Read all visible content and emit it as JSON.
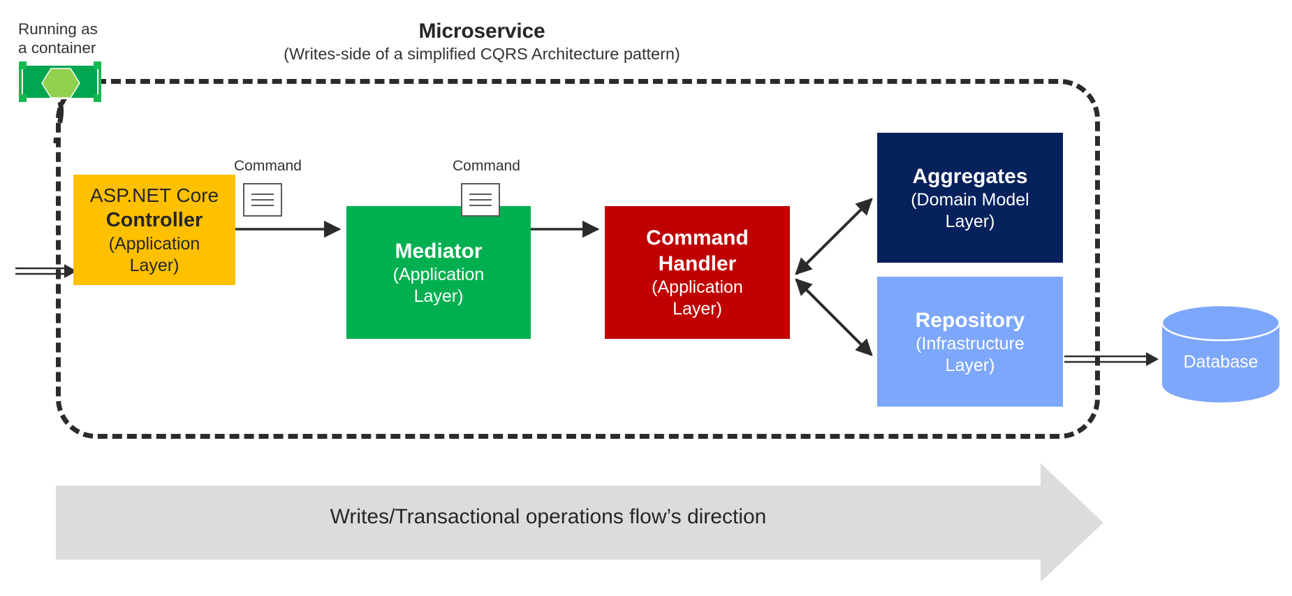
{
  "diagram": {
    "title": "Microservice",
    "subtitle": "(Writes-side of a simplified CQRS Architecture pattern)",
    "boundary_style": "dashed-rounded",
    "colors": {
      "controller": "#ffc000",
      "mediator": "#00b050",
      "command_handler": "#c00000",
      "aggregates": "#06215c",
      "repository": "#7da7fb",
      "database": "#7da7fb",
      "container": "#00a650",
      "container_hex": "#92d050",
      "banner": "#dcdcdc",
      "stroke": "#2b2b2b"
    }
  },
  "container": {
    "label_line1": "Running as",
    "label_line2": "a container",
    "icon_name": "container-hexagon-icon"
  },
  "nodes": [
    {
      "id": "controller",
      "title": "ASP.NET Core",
      "title_bold": "Controller",
      "sub_line1": "(Application",
      "sub_line2": "Layer)"
    },
    {
      "id": "mediator",
      "title_bold": "Mediator",
      "sub_line1": "(Application",
      "sub_line2": "Layer)"
    },
    {
      "id": "command-handler",
      "title_bold_line1": "Command",
      "title_bold_line2": "Handler",
      "sub_line1": "(Application",
      "sub_line2": "Layer)"
    },
    {
      "id": "aggregates",
      "title_bold": "Aggregates",
      "sub_line1": "(Domain Model",
      "sub_line2": "Layer)"
    },
    {
      "id": "repository",
      "title_bold": "Repository",
      "sub_line1": "(Infrastructure",
      "sub_line2": "Layer)"
    }
  ],
  "edge_labels": {
    "command_1": "Command",
    "command_2": "Command",
    "icon_name": "command-message-icon"
  },
  "database": {
    "label": "Database",
    "shape": "cylinder"
  },
  "flow_banner": {
    "text": "Writes/Transactional operations flow’s direction",
    "direction": "left-to-right"
  }
}
